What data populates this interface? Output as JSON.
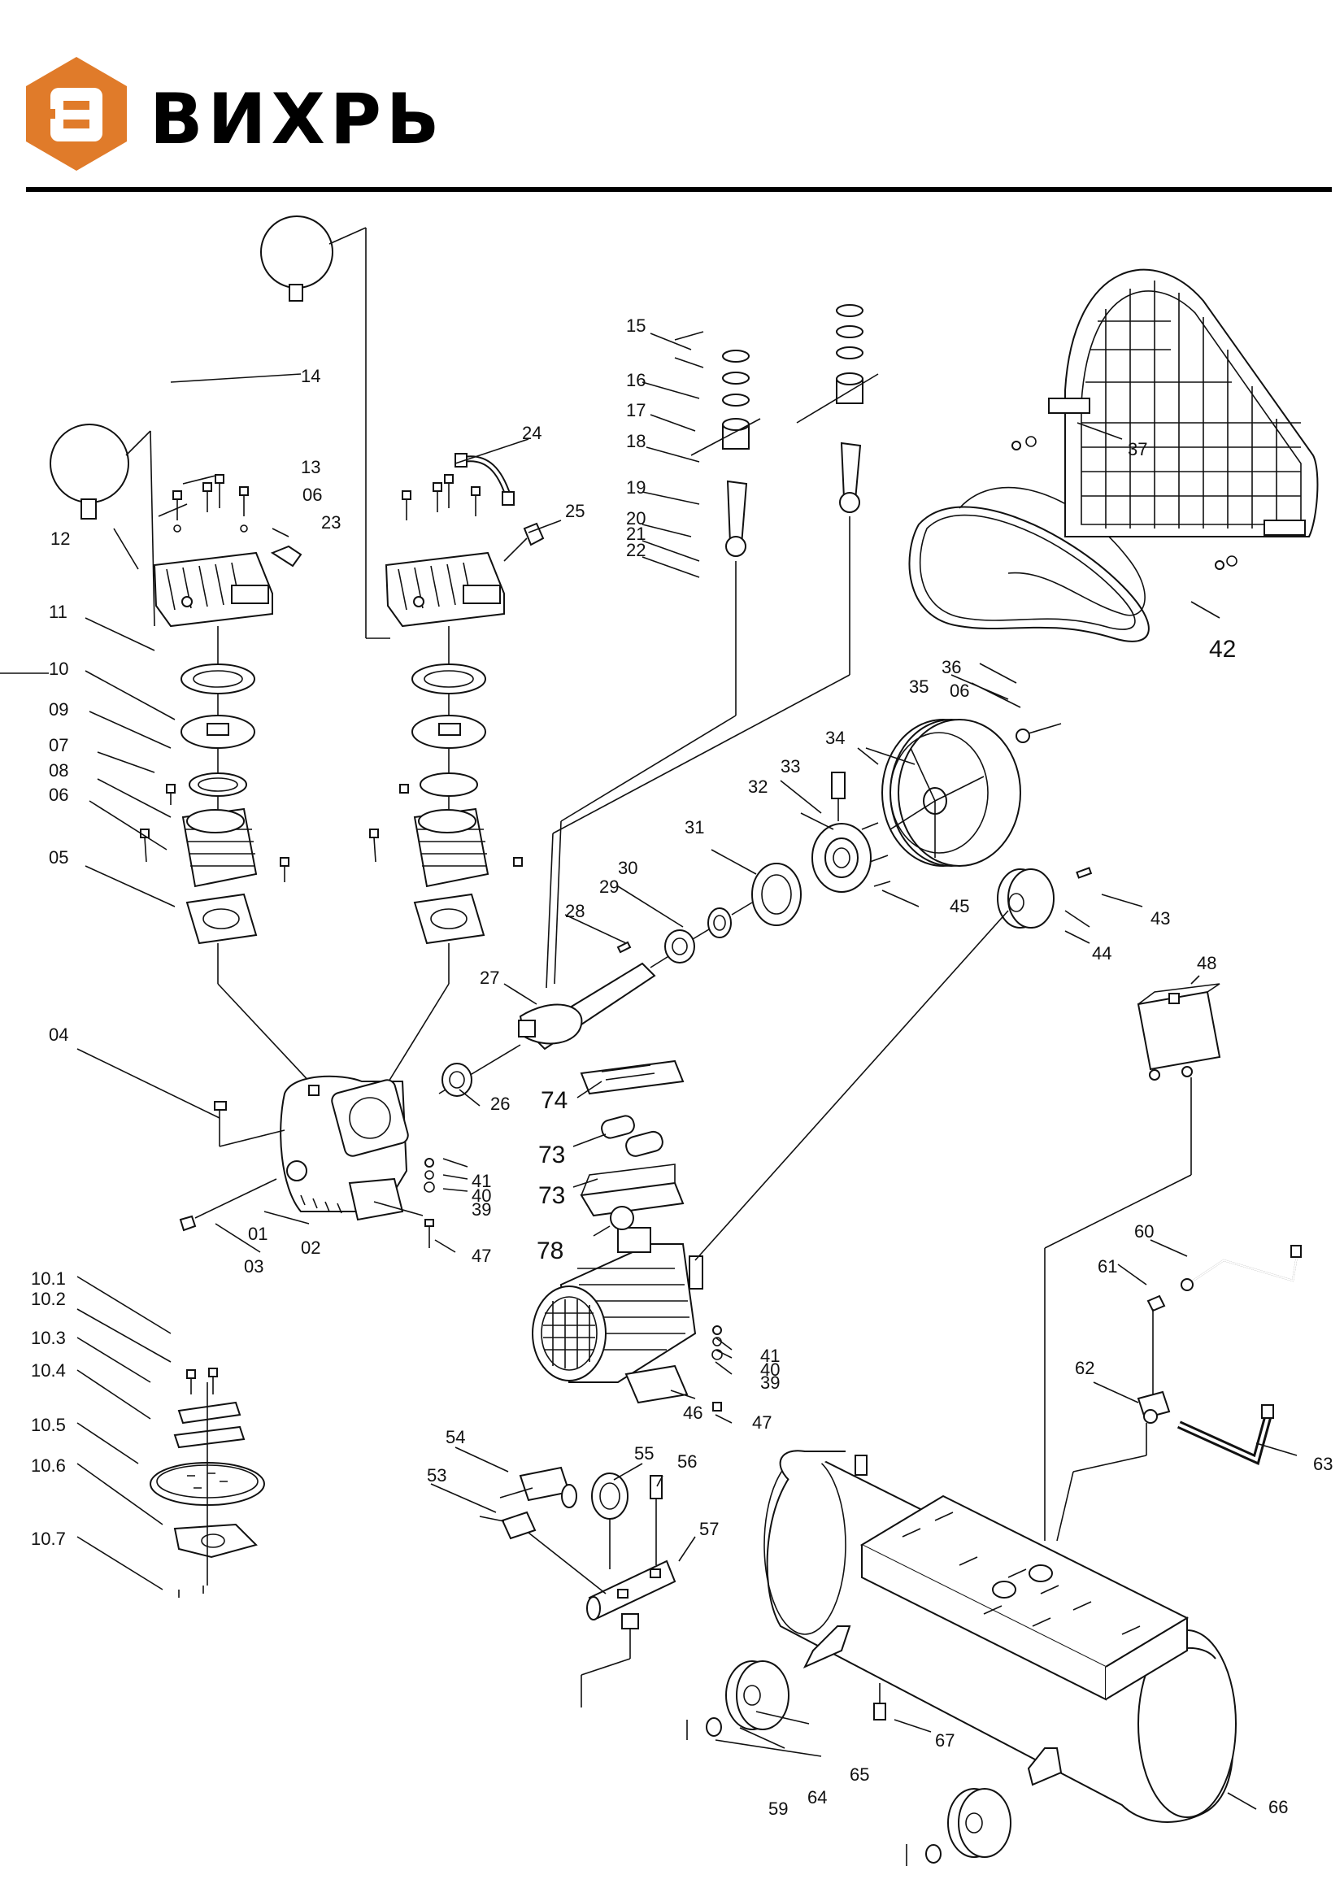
{
  "brand": {
    "name": "ВИХРЬ",
    "logo_letter": "В",
    "logo_color": "#E07B2A"
  },
  "callouts": {
    "c01": "01",
    "c02": "02",
    "c03": "03",
    "c04": "04",
    "c05": "05",
    "c06": "06",
    "c06b": "06",
    "c06c": "06",
    "c07": "07",
    "c08": "08",
    "c09": "09",
    "c10": "10",
    "c11": "11",
    "c12": "12",
    "c13": "13",
    "c14": "14",
    "c15": "15",
    "c16": "16",
    "c17": "17",
    "c18": "18",
    "c19": "19",
    "c20": "20",
    "c21": "21",
    "c22": "22",
    "c23": "23",
    "c24": "24",
    "c25": "25",
    "c26": "26",
    "c27": "27",
    "c28": "28",
    "c29": "29",
    "c30": "30",
    "c31": "31",
    "c32": "32",
    "c33": "33",
    "c34": "34",
    "c35": "35",
    "c36": "36",
    "c37": "37",
    "c39": "39",
    "c39b": "39",
    "c40": "40",
    "c40b": "40",
    "c41": "41",
    "c41b": "41",
    "c42": "42",
    "c43": "43",
    "c44": "44",
    "c45": "45",
    "c46": "46",
    "c47": "47",
    "c47b": "47",
    "c48": "48",
    "c53": "53",
    "c54": "54",
    "c55": "55",
    "c56": "56",
    "c57": "57",
    "c59": "59",
    "c60": "60",
    "c61": "61",
    "c62": "62",
    "c63": "63",
    "c64": "64",
    "c65": "65",
    "c66": "66",
    "c67": "67",
    "c73": "73",
    "c73b": "73",
    "c74": "74",
    "c78": "78",
    "c10_1": "10.1",
    "c10_2": "10.2",
    "c10_3": "10.3",
    "c10_4": "10.4",
    "c10_5": "10.5",
    "c10_6": "10.6",
    "c10_7": "10.7"
  }
}
